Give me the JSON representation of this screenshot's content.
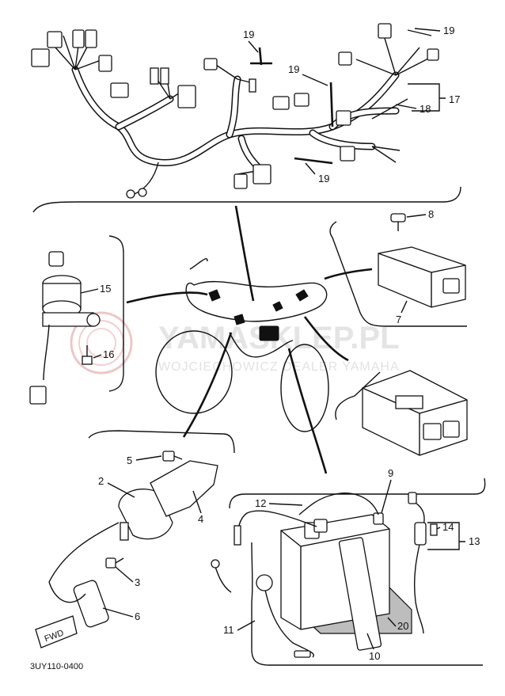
{
  "callouts": {
    "c19a": "19",
    "c19b": "19",
    "c19c": "19",
    "c19d": "19",
    "c17": "17",
    "c18": "18",
    "c8": "8",
    "c7": "7",
    "c15": "15",
    "c16": "16",
    "c5": "5",
    "c2": "2",
    "c4": "4",
    "c3": "3",
    "c6": "6",
    "c9": "9",
    "c12": "12",
    "c14": "14",
    "c13": "13",
    "c11": "11",
    "c20": "20",
    "c10": "10"
  },
  "fwd_label": "FWD",
  "diagram_code": "3UY110-0400",
  "watermark": {
    "brand": "YAMASKLEP.PL",
    "tagline": "WOJCIECHOWICZ DEALER YAMAHA"
  },
  "colors": {
    "line": "#111111",
    "watermark": "#cfcfcf",
    "watermark_logo": "#e3a0a0"
  }
}
